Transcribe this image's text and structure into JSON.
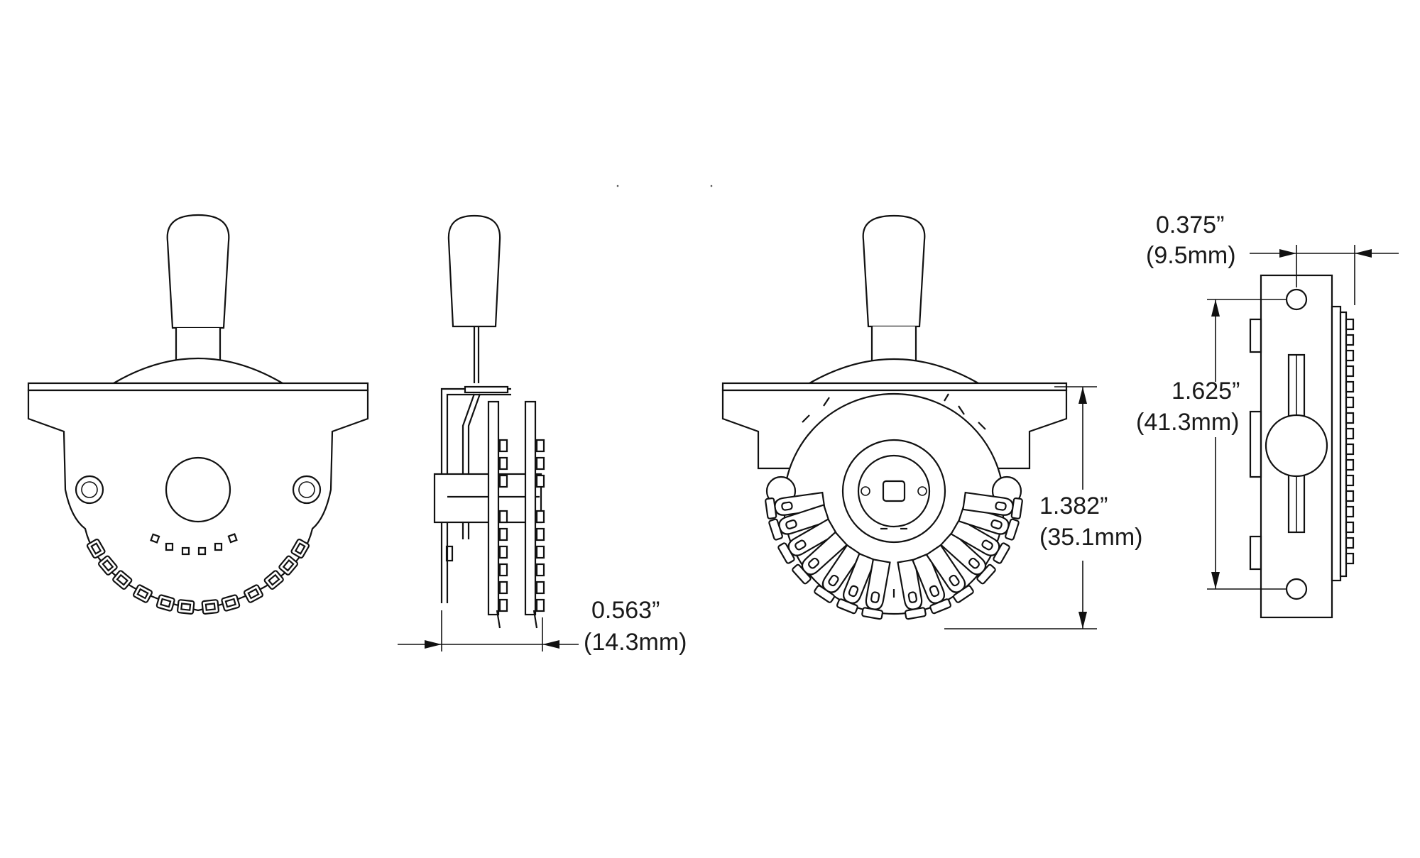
{
  "dimensions": {
    "depth_in": "0.563”",
    "depth_mm": "(14.3mm)",
    "height_in": "1.382”",
    "height_mm": "(35.1mm)",
    "hole_offset_in": "0.375”",
    "hole_offset_mm": "(9.5mm)",
    "mount_spacing_in": "1.625”",
    "mount_spacing_mm": "(41.3mm)"
  },
  "colors": {
    "line": "#111111",
    "background": "#ffffff"
  }
}
